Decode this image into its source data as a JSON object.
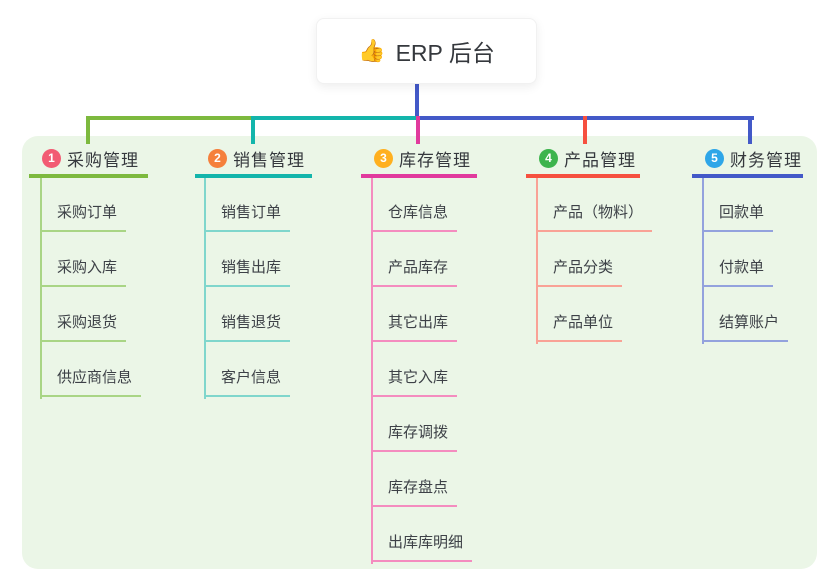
{
  "root": {
    "emoji": "👍",
    "title": "ERP 后台",
    "line_color": "#4359c8"
  },
  "colors": {
    "panel_bg": "#ebf6e7",
    "card_bg": "#ffffff",
    "text_dark": "#35383d"
  },
  "branches": [
    {
      "num": "1",
      "label": "采购管理",
      "badge_color": "#f25b73",
      "line_color": "#7db93e",
      "child_line_color": "#a9d585",
      "children": [
        "采购订单",
        "采购入库",
        "采购退货",
        "供应商信息"
      ]
    },
    {
      "num": "2",
      "label": "销售管理",
      "badge_color": "#f5803c",
      "line_color": "#13b5ab",
      "child_line_color": "#7fd6cc",
      "children": [
        "销售订单",
        "销售出库",
        "销售退货",
        "客户信息"
      ]
    },
    {
      "num": "3",
      "label": "库存管理",
      "badge_color": "#ffb01f",
      "line_color": "#e13a9d",
      "child_line_color": "#f48cbf",
      "children": [
        "仓库信息",
        "产品库存",
        "其它出库",
        "其它入库",
        "库存调拨",
        "库存盘点",
        "出库库明细"
      ]
    },
    {
      "num": "4",
      "label": "产品管理",
      "badge_color": "#3db44d",
      "line_color": "#f6503f",
      "child_line_color": "#f9a296",
      "children": [
        "产品（物料）",
        "产品分类",
        "产品单位"
      ]
    },
    {
      "num": "5",
      "label": "财务管理",
      "badge_color": "#2ea6e8",
      "line_color": "#4359c8",
      "child_line_color": "#93a2dd",
      "children": [
        "回款单",
        "付款单",
        "结算账户"
      ]
    }
  ]
}
